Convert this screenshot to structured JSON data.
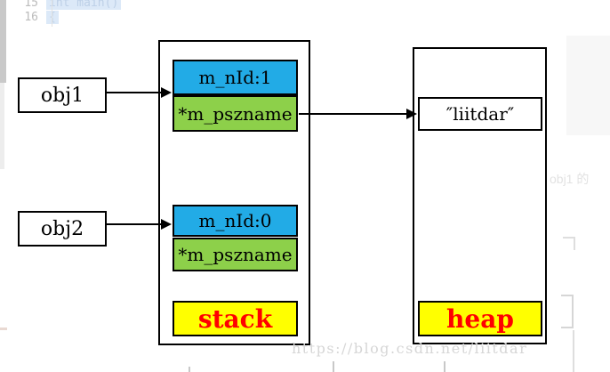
{
  "editor": {
    "lines": [
      {
        "number": "15",
        "code": "int main()"
      },
      {
        "number": "16",
        "code": "{"
      }
    ]
  },
  "diagram": {
    "objects": [
      {
        "label": "obj1"
      },
      {
        "label": "obj2"
      }
    ],
    "stack": {
      "label": "stack",
      "frames": [
        {
          "id_field": "m_nId:1",
          "ptr_field": "*m_pszname"
        },
        {
          "id_field": "m_nId:0",
          "ptr_field": "*m_pszname"
        }
      ]
    },
    "heap": {
      "label": "heap",
      "string_value": "″liitdar″"
    },
    "colors": {
      "id_fill": "#22abe6",
      "ptr_fill": "#8dd04a",
      "label_fill": "#ffff00",
      "label_text": "#ff0000"
    }
  },
  "watermark": "https://blog.csdn.net/liitdar",
  "background_page": {
    "partial_text": "obj1 的"
  }
}
